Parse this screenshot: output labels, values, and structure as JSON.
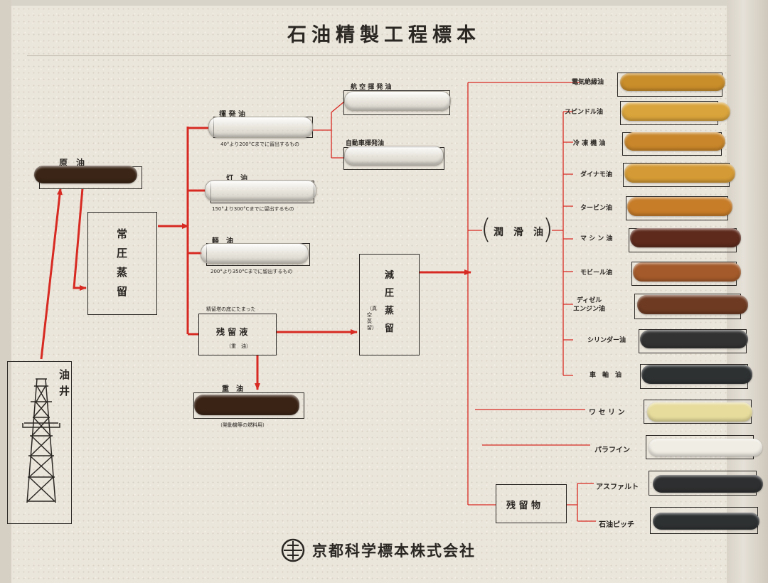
{
  "title": "石油精製工程標本",
  "colors": {
    "flow_line": "#d72a22",
    "board": "#ebe6dc",
    "ink": "#2a2622"
  },
  "well": {
    "chars": [
      "油",
      "井"
    ]
  },
  "crude": {
    "label": "原　油",
    "color": "#3a2516"
  },
  "atmos": {
    "chars": [
      "常",
      "圧",
      "蒸",
      "留"
    ]
  },
  "naphtha": {
    "label": "揮 発 油",
    "note": "40°より200°Cまでに留出するもの"
  },
  "kerosene": {
    "label": "灯　油",
    "note": "150°より300°Cまでに留出するもの"
  },
  "gasoil": {
    "label": "軽　油",
    "note": "200°より350°Cまでに留出するもの"
  },
  "aviation": {
    "label": "航 空 揮 発 油"
  },
  "auto": {
    "label": "自動車揮発油"
  },
  "residue": {
    "note": "精留塔の底にたまった",
    "label": "残 留 液",
    "sub": "（重　油）"
  },
  "heavy": {
    "label": "重　油",
    "note": "（発動機等の燃料用）",
    "color": "#3a2315"
  },
  "vacuum": {
    "chars": [
      "減",
      "圧",
      "蒸",
      "留"
    ],
    "sub": "（真空蒸留）"
  },
  "lube": {
    "label": "潤　滑　油"
  },
  "lube_items": [
    {
      "name": "電気絶縁油",
      "color": "#c98d2a"
    },
    {
      "name": "スピンドル油",
      "color": "#d9a43b"
    },
    {
      "name": "冷 凍 機 油",
      "color": "#c9862a"
    },
    {
      "name": "ダイナモ油",
      "color": "#d49a35"
    },
    {
      "name": "タービン油",
      "color": "#c77c28"
    },
    {
      "name": "マ シ ン 油",
      "color": "#5e2a1c"
    },
    {
      "name": "モビール油",
      "color": "#a45a2a"
    },
    {
      "name": "ディゼル\nエンジン油",
      "color": "#6e3a22"
    },
    {
      "name": "シリンダー油",
      "color": "#333232"
    },
    {
      "name": "車　軸　油",
      "color": "#2e3132"
    }
  ],
  "vaseline": {
    "name": "ワ セ リ ン",
    "color": "#e7dc9c"
  },
  "paraffin": {
    "name": "パラフイン",
    "color": "#f0ede4"
  },
  "remains": {
    "label": "残 留 物"
  },
  "asphalt": {
    "name": "アスファルト",
    "color": "#2e2f30"
  },
  "pitch": {
    "name": "石油ピッチ",
    "color": "#2e3132"
  },
  "footer": {
    "company": "京都科学標本株式会社"
  }
}
